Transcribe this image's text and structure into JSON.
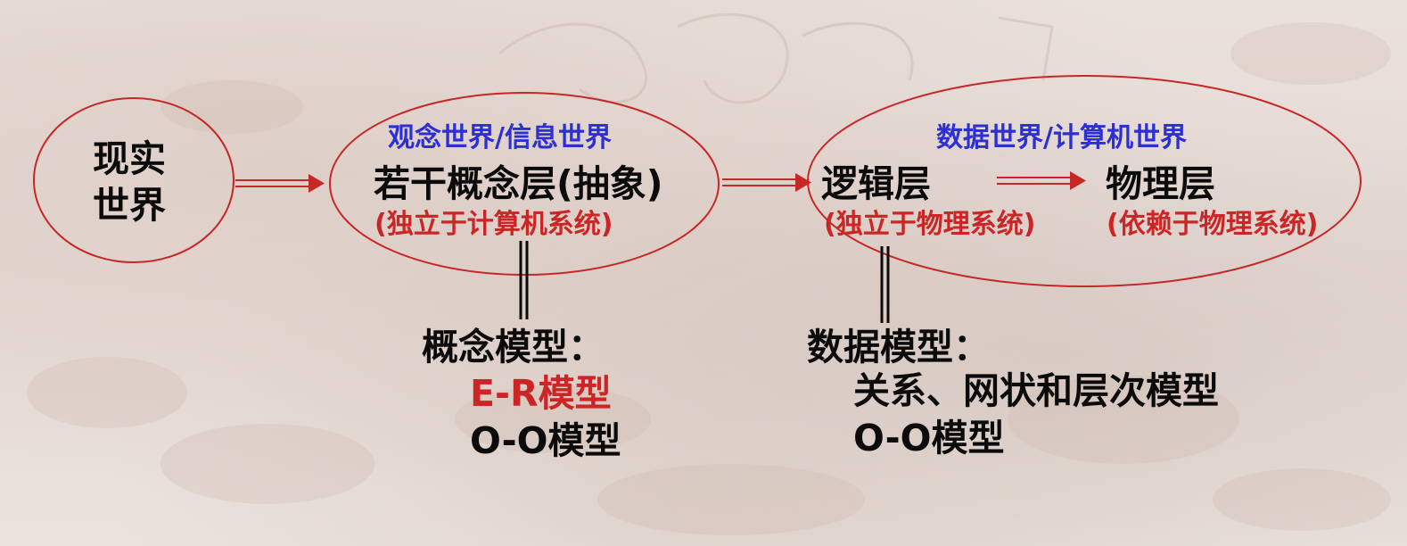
{
  "real_world": {
    "label_line1": "现实",
    "label_line2": "世界"
  },
  "conceptual": {
    "header": "观念世界/信息世界",
    "layer": "若干概念层(抽象)",
    "note": "(独立于计算机系统)",
    "model_title": "概念模型：",
    "model_item1": "E-R模型",
    "model_item2": "O-O模型"
  },
  "data_world": {
    "header": "数据世界/计算机世界",
    "logical_layer": "逻辑层",
    "logical_note": "(独立于物理系统)",
    "physical_layer": "物理层",
    "physical_note": "(依赖于物理系统)",
    "model_title": "数据模型：",
    "model_item1": "关系、网状和层次模型",
    "model_item2": "O-O模型"
  },
  "colors": {
    "ellipse_stroke": "#c62828",
    "arrow": "#c62828",
    "header_blue": "#2c2fd4",
    "note_red": "#cc2525",
    "text_black": "#0b0b0b"
  }
}
